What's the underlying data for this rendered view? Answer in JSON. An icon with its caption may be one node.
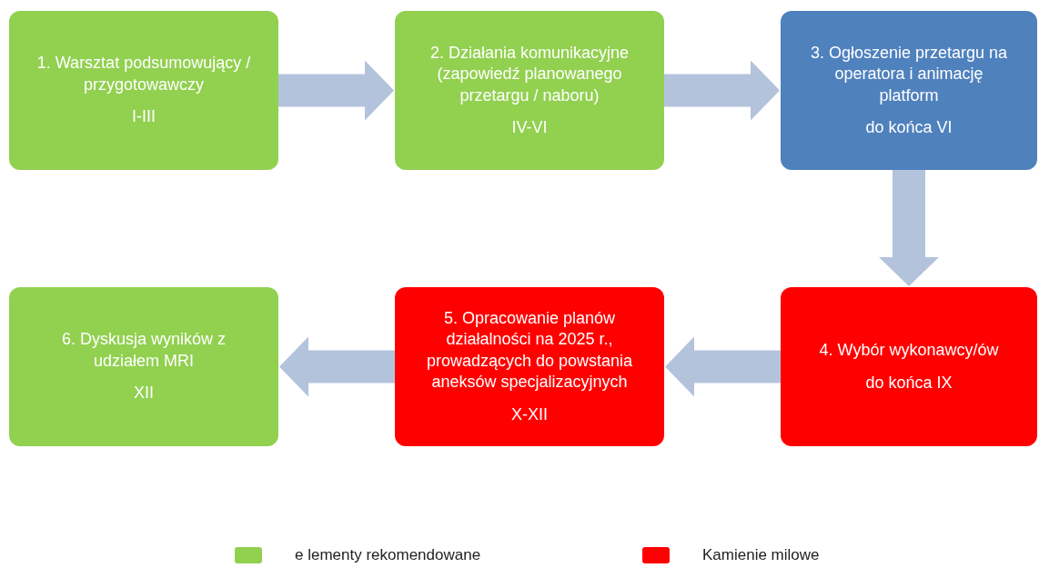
{
  "diagram": {
    "nodes": [
      {
        "text": [
          "1. Warsztat podsumowujący / przygotowawczy",
          "I-III"
        ]
      },
      {
        "text": [
          "2. Działania komunikacyjne (zapowiedź planowanego przetargu / naboru)",
          "IV-VI"
        ]
      },
      {
        "text": [
          "3. Ogłoszenie przetargu na operatora i animację platform",
          "do końca VI"
        ]
      },
      {
        "text": [
          "4. Wybór wykonawcy/ów",
          "do końca IX"
        ]
      },
      {
        "text": [
          "5. Opracowanie planów działalności na 2025 r., prowadzących do powstania aneksów specjalizacyjnych",
          "X-XII"
        ]
      },
      {
        "text": [
          "6. Dyskusja wyników z udziałem MRI",
          "XII"
        ]
      }
    ],
    "edges": [
      {
        "from": 0,
        "to": 1,
        "arrow": "to"
      },
      {
        "from": 1,
        "to": 2,
        "arrow": "to"
      },
      {
        "from": 2,
        "to": 3,
        "arrow": "to"
      },
      {
        "from": 3,
        "to": 4,
        "arrow": "to"
      },
      {
        "from": 4,
        "to": 5,
        "arrow": "to"
      }
    ],
    "legend": [
      {
        "text": "e lementy rekomendowane",
        "color": "#92d050"
      },
      {
        "text": "Kamienie milowe",
        "color": "#ff0000"
      }
    ]
  }
}
